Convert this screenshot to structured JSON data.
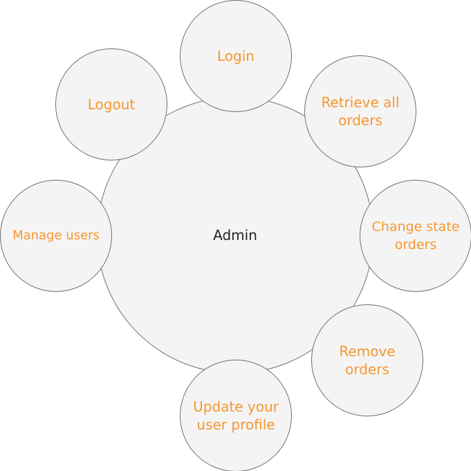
{
  "colors": {
    "circle_fill": "#f4f4f4",
    "circle_border": "#6f6f6f",
    "satellite_text": "#f7962e",
    "center_text": "#222222"
  },
  "center": {
    "label": "Admin"
  },
  "use_cases": {
    "login": "Login",
    "retrieve_all_orders": "Retrieve all\norders",
    "logout": "Logout",
    "change_state_orders": "Change state\norders",
    "manage_users": "Manage users",
    "remove_orders": "Remove\norders",
    "update_user_profile": "Update your\nuser profile"
  }
}
